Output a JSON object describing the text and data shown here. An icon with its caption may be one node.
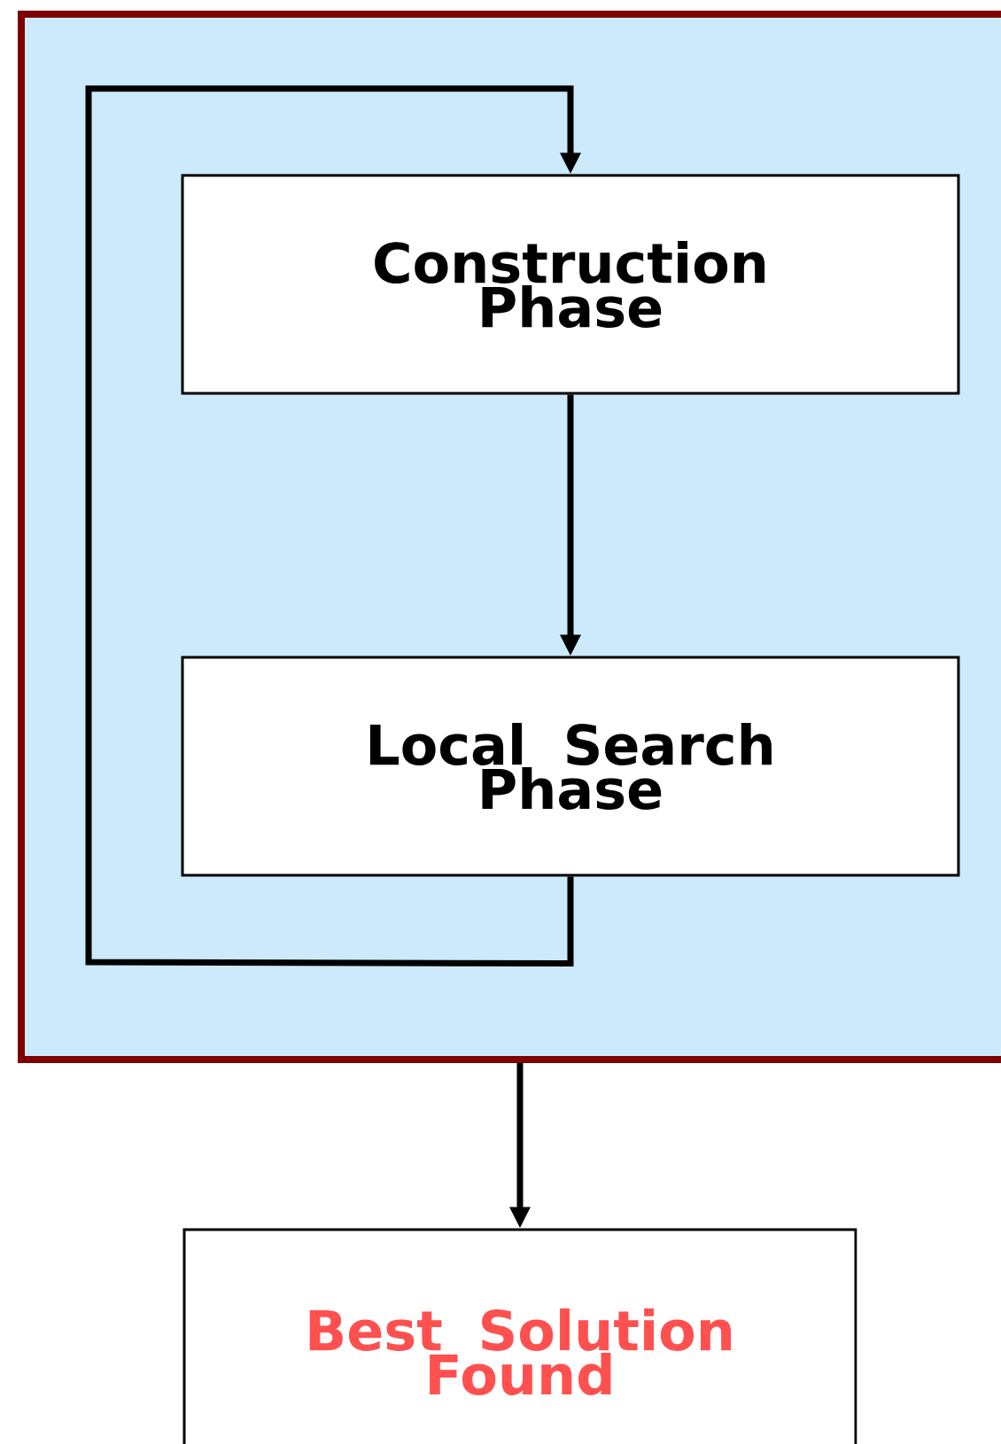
{
  "diagram": {
    "nodes": [
      {
        "text": [],
        "shape": "box"
      },
      {
        "text": [
          "Construction Phase"
        ],
        "in": 0
      },
      {
        "text": [
          "Local Search Phase"
        ],
        "in": 0
      },
      {
        "text": [
          "Best Solution Found"
        ]
      }
    ],
    "edges": [
      {
        "from": 1,
        "to": 2,
        "arrow": "to"
      },
      {
        "from": 2,
        "to": 1,
        "arrow": "to"
      },
      {
        "from": 0,
        "to": 3,
        "arrow": "to"
      }
    ]
  }
}
